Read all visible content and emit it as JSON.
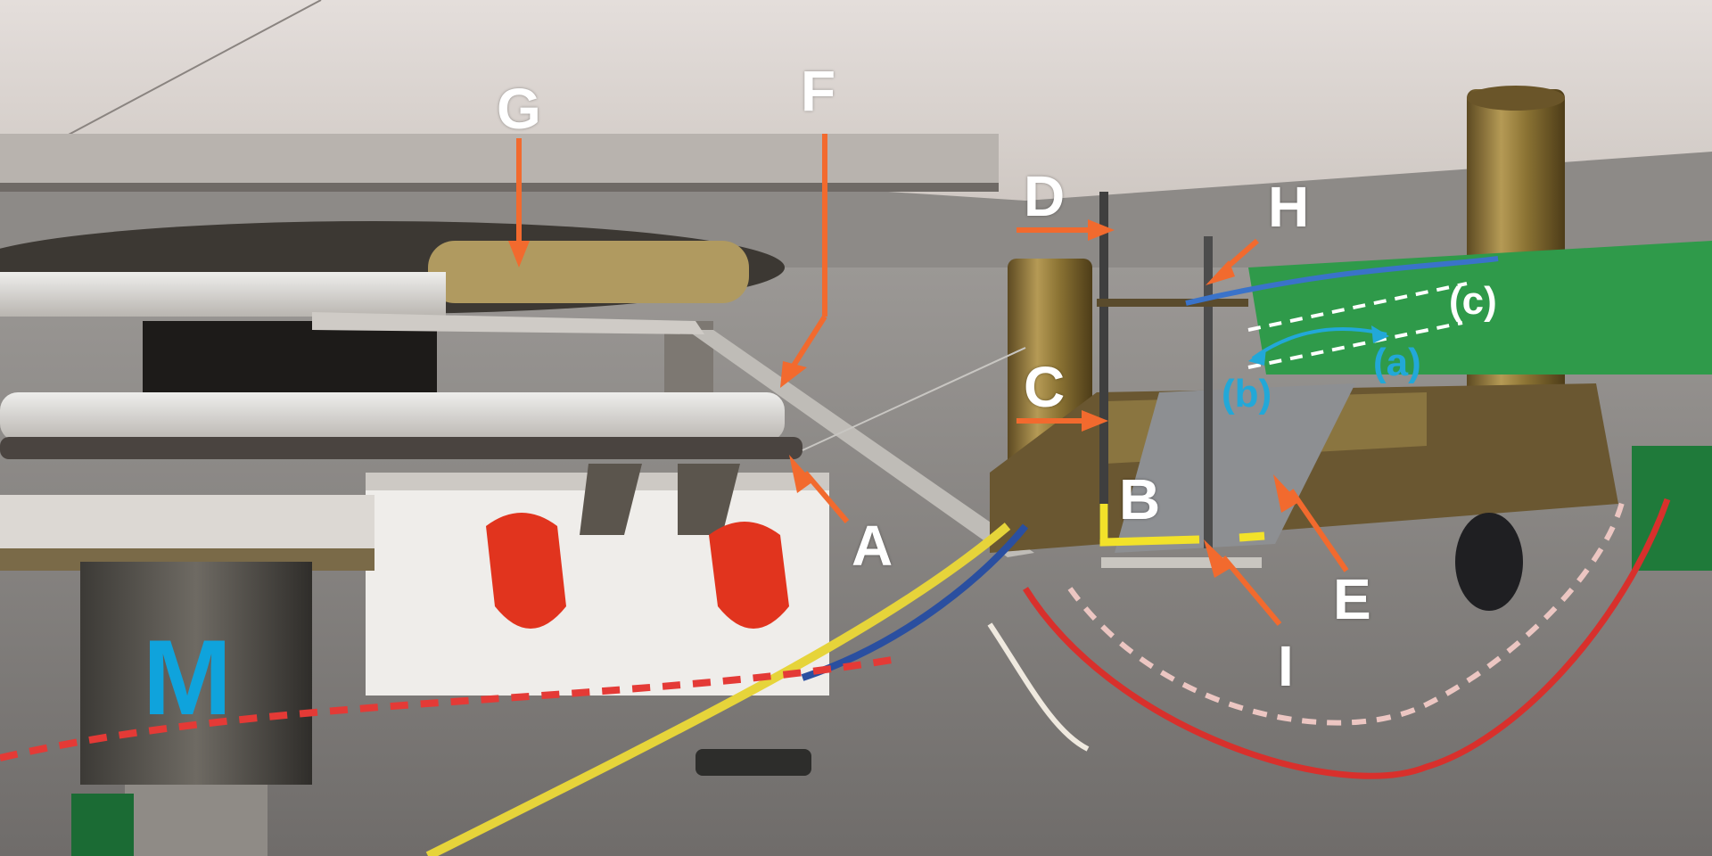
{
  "labels": {
    "A": "A",
    "B": "B",
    "C": "C",
    "D": "D",
    "E": "E",
    "F": "F",
    "G": "G",
    "H": "H",
    "I": "I",
    "M": "M",
    "a": "(a)",
    "b": "(b)",
    "c": "(c)"
  },
  "colors": {
    "arrow": "#f26a2e",
    "cyan": "#22a8d8",
    "m_label": "#0fa3dc",
    "yellow_marker": "#f2e22a",
    "white_dashes": "#ffffff"
  }
}
